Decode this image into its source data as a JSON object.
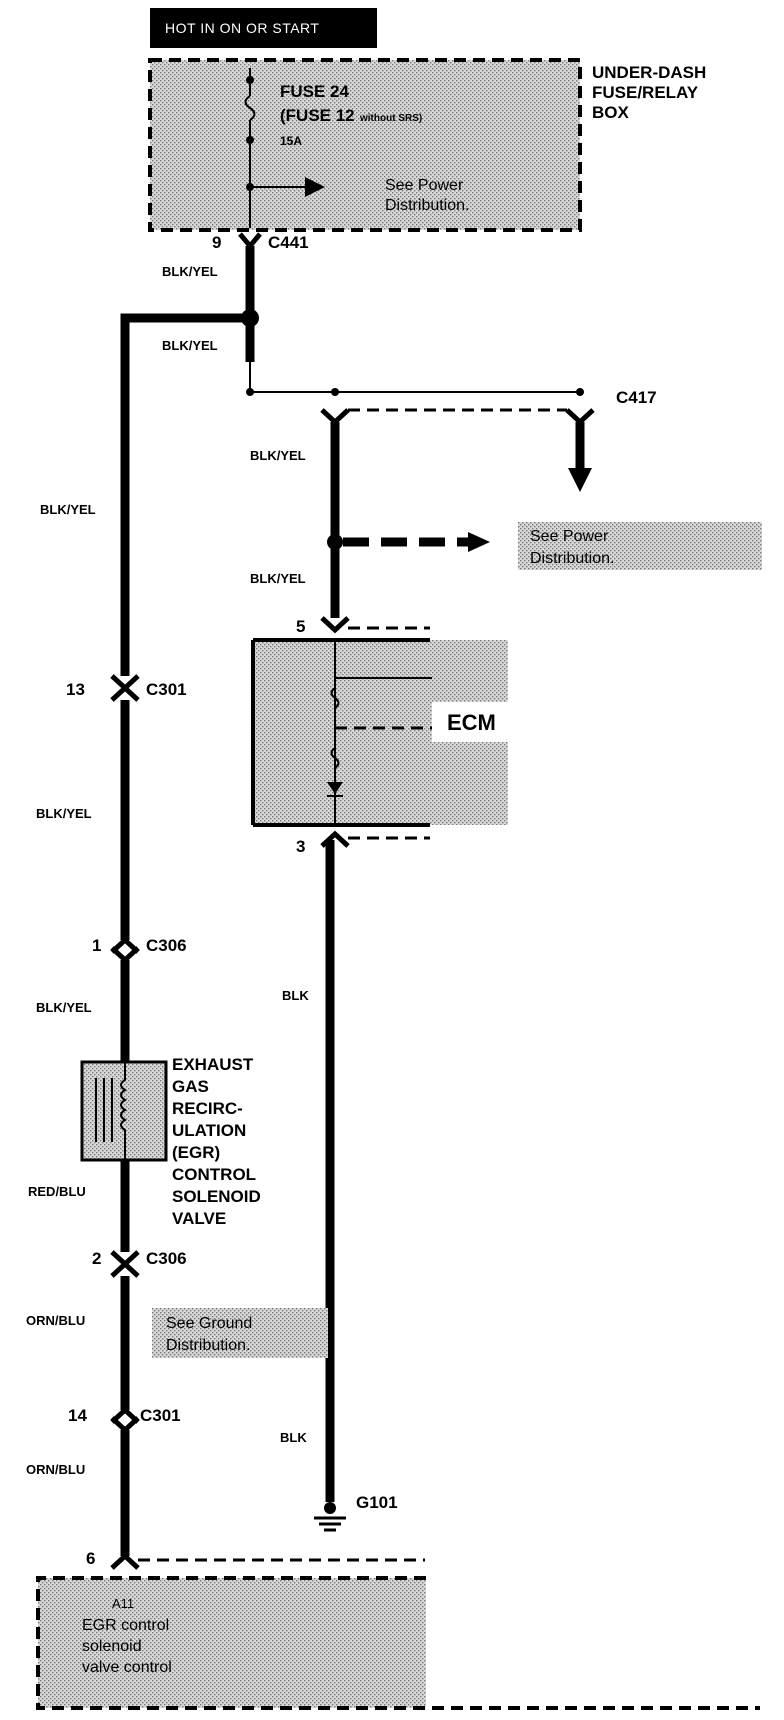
{
  "header": {
    "text": "HOT IN ON OR START"
  },
  "fuse_box": {
    "title_lines": [
      "UNDER-DASH",
      "FUSE/RELAY",
      "BOX"
    ],
    "fuse_line1": "FUSE 24",
    "fuse_line2_main": "(FUSE 12",
    "fuse_line2_small": "without SRS)",
    "rating": "15A",
    "see_power_lines": [
      "See Power",
      "Distribution."
    ]
  },
  "connectors": {
    "c441": {
      "pin": "9",
      "name": "C441"
    },
    "c417": {
      "name": "C417"
    },
    "c301_top": {
      "pin": "13",
      "name": "C301"
    },
    "c306_top": {
      "pin": "1",
      "name": "C306"
    },
    "c306_bottom": {
      "pin": "2",
      "name": "C306"
    },
    "c301_bottom": {
      "pin": "14",
      "name": "C301"
    },
    "ecm_in": {
      "pin": "5"
    },
    "ecm_out": {
      "pin": "3"
    },
    "ecm_a11": {
      "pin": "6"
    }
  },
  "wire_labels": {
    "blk_yel": "BLK/YEL",
    "red_blu": "RED/BLU",
    "orn_blu": "ORN/BLU",
    "blk": "BLK"
  },
  "ecm": {
    "label": "ECM"
  },
  "see_power_right": [
    "See Power",
    "Distribution."
  ],
  "see_ground": [
    "See Ground",
    "Distribution."
  ],
  "egr_valve": {
    "label_lines": [
      "EXHAUST",
      "GAS",
      "RECIRC-",
      "ULATION",
      "(EGR)",
      "CONTROL",
      "SOLENOID",
      "VALVE"
    ]
  },
  "ground": {
    "name": "G101"
  },
  "ecm_terminal": {
    "terminal": "A11",
    "desc_lines": [
      "EGR control",
      "solenoid",
      "valve control"
    ]
  }
}
